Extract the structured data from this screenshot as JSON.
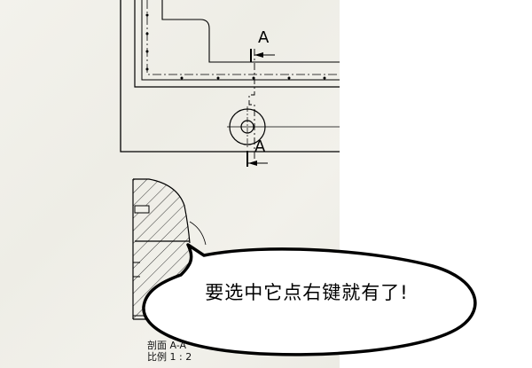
{
  "drawing": {
    "section_marker_top": "A",
    "section_marker_bottom": "A",
    "section_view_label": "剖面 A-A",
    "section_view_scale": "比例 1 : 2"
  },
  "callout": {
    "text": "要选中它点右键就有了!"
  }
}
